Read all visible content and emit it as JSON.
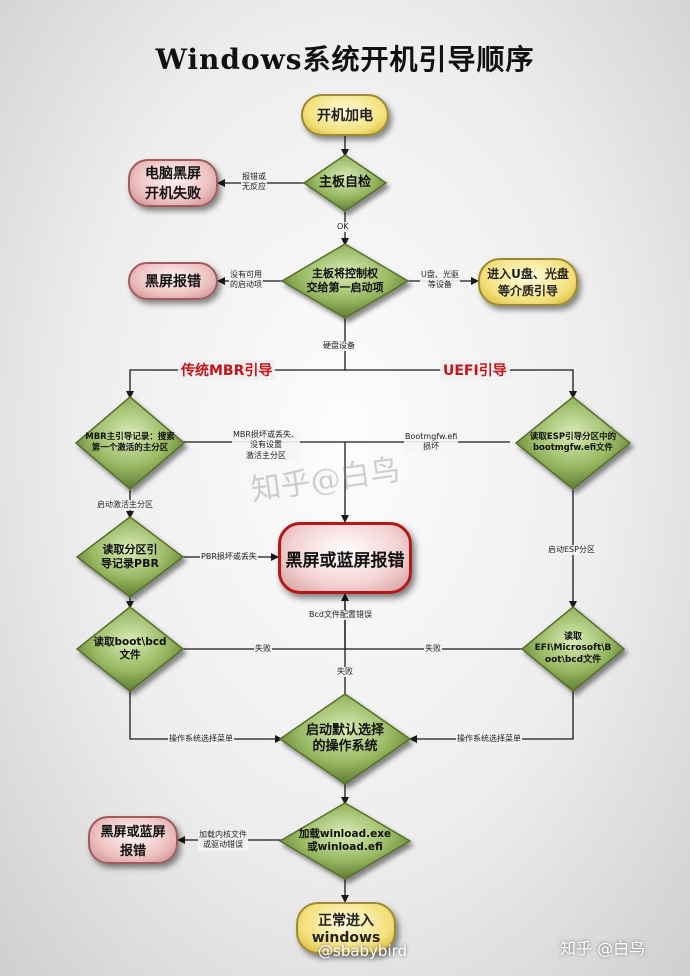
{
  "title": "Windows系统开机引导顺序",
  "nodes": {
    "power_on": "开机加电",
    "mobo_check": "主板自检",
    "black_boot_fail": "电脑黑屏\n开机失败",
    "first_boot_item": "主板将控制权\n交给第一启动项",
    "black_error": "黑屏报错",
    "usb_boot": "进入U盘、光盘\n等介质引导",
    "mbr_read": "MBR主引导记录：搜索\n第一个激活的主分区",
    "esp_read": "读取ESP引导分区中的\nbootmgfw.efi文件",
    "pbr_read": "读取分区引\n导记录PBR",
    "black_blue_error": "黑屏或蓝屏报错",
    "boot_bcd": "读取boot\\bcd\n文件",
    "efi_bcd": "读取\nEFI\\Microsoft\\B\noot\\bcd文件",
    "default_os": "启动默认选择\n的操作系统",
    "winload": "加载winload.exe\n或winload.efi",
    "black_blue_error2": "黑屏或蓝屏\n报错",
    "normal_windows": "正常进入\nwindows"
  },
  "edge_labels": {
    "error_no_response": "报错或\n无反应",
    "ok": "OK",
    "no_boot_item": "没有可用\n的启动项",
    "usb_cd_devices": "U盘、光驱\n等设备",
    "hard_disk": "硬盘设备",
    "mbr_damaged": "MBR损坏或丢失、\n没有设置\n激活主分区",
    "bootmgfw_damaged": "Bootmgfw.efi\n损坏",
    "boot_active_partition": "启动激活主分区",
    "pbr_damaged": "PBR损坏或丢失",
    "boot_esp_partition": "启动ESP分区",
    "bcd_config_error": "Bcd文件配置错误",
    "fail_left": "失败",
    "fail_right": "失败",
    "fail_center": "失败",
    "os_menu_left": "操作系统选择菜单",
    "os_menu_right": "操作系统选择菜单",
    "kernel_error": "加载内核文件\n或驱动错误"
  },
  "branches": {
    "mbr": "传统MBR引导",
    "uefi": "UEFI引导"
  },
  "watermarks": {
    "center": "知乎@白鸟",
    "bottom_right": "知乎 @白鸟",
    "bottom_center": "@sbabybird"
  },
  "colors": {
    "diamond_green": "#8fae5a",
    "arrow": "#1a1a1a",
    "branch_red": "#c0161b",
    "error_border": "#b31919"
  }
}
